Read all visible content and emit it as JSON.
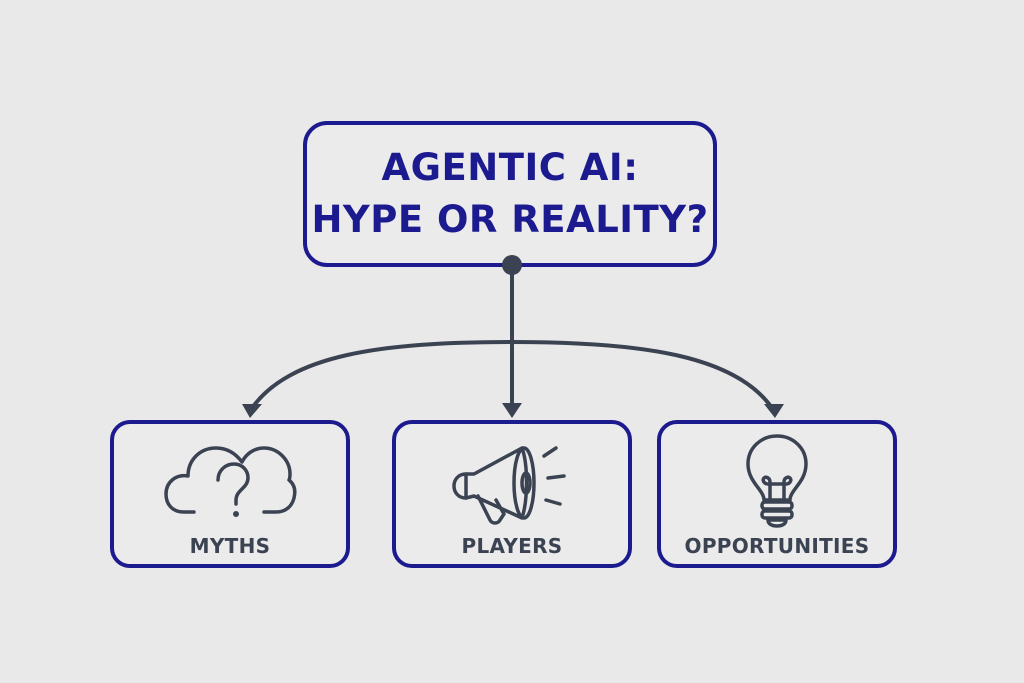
{
  "main": {
    "title_line1": "AGENTIC AI:",
    "title_line2": "HYPE OR REALITY?"
  },
  "branches": [
    {
      "label": "MYTHS",
      "icon": "cloud-question-icon"
    },
    {
      "label": "PLAYERS",
      "icon": "megaphone-icon"
    },
    {
      "label": "OPPORTUNITIES",
      "icon": "lightbulb-icon"
    }
  ],
  "colors": {
    "background": "#e9e9e9",
    "box_border": "#1c1a8f",
    "title_text": "#1c1a8f",
    "label_text": "#3b4353",
    "connector": "#3b4353"
  }
}
